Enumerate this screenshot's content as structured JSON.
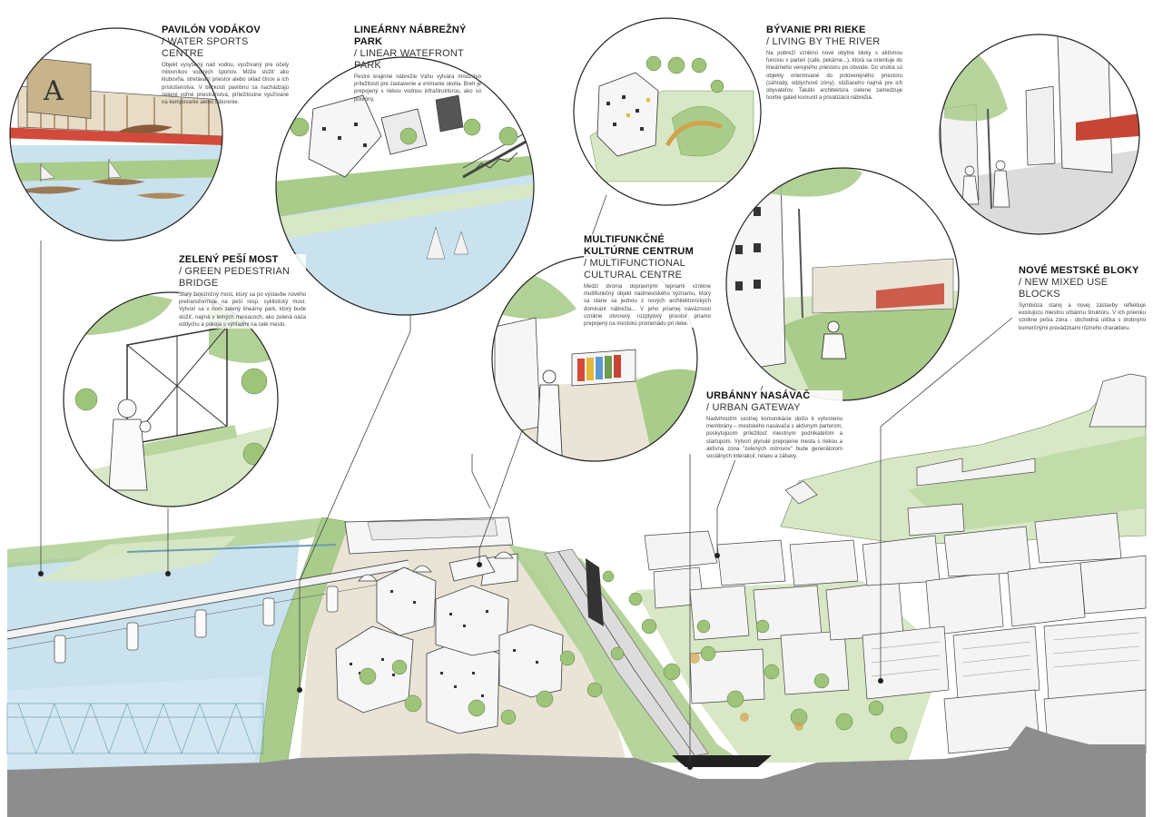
{
  "blocks": [
    {
      "id": "water-sports",
      "title": "PAVILÓN VODÁKOV",
      "subtitle": "/ WATER SPORTS CENTRE",
      "body": "Objekt vysyšený nad vodou, využívaný pre účely milovníkov vodných športov. Môže slúžiť ako klubovňa, stretávací priestor alebo sklad člnov a ich príslušenstva. V blízkosti pavilónu sa nachádzajú zelené voľné priestranstvá, príležitostne využívané na kempovanie alebo táborenie."
    },
    {
      "id": "waterfront-park",
      "title": "LINEÁRNY NÁBREŽNÝ PARK",
      "subtitle": "/ LINEAR WATEFRONT PARK",
      "body": "Pestré krajinné nábrežie Váhu vytvára množstvo príležitostí pre zastavenie a vnímanie okolia. Breh je prepojený s riekou vodnou infraštruktúrou, ako sú pontóny."
    },
    {
      "id": "living-river",
      "title": "BÝVANIE PRI RIEKE",
      "subtitle": "/ LIVING BY THE RIVER",
      "body": "Na pobreží vzniknú nové obytné bloky s aktívnou funciou v parteri (cafe, pekárne...), ktorá sa orientuje do lineárneho verejného priestoru po obvode. Do vnútra sú objekty orientované do poloverejného priestoru (záhrady, oddychové zóny), slúžiaceho najmä pre ich obyvateľov. Takáto architektúra cielene zamedzuje tvorbe gated komunít a privatizácii nábrežia."
    },
    {
      "id": "green-bridge",
      "title": "ZELENÝ PEŠÍ MOST",
      "subtitle": "/ GREEN PEDESTRIAN BRIDGE",
      "body": "Starý železničný most, ktorý sa po výstavbe nového pretransformuje na peší resp. cyklistický most. Vytvorí sa v ňom zelený lineárny park, ktorý bude slúžiť, najmä v letných mesiacoch, ako zelená oáza oddychu a pokoja s výhľadmi na celé mesto."
    },
    {
      "id": "cultural-centre",
      "title": "MULTIFUNKČNÉ KULTÚRNE CENTRUM",
      "subtitle": "/ MULTIFUNCTIONAL CULTURAL CENTRE",
      "body": "Medzi dvoma dopravnými tepnami vznikne multifunkčný objekt nadmestského významu, ktorý sa stane sa jednou z nových architektonických dominánt nábrežia... V jeho priamej náväznosti vznikne otvorený rozptylový priestor priamo prepojený na mestskú promenádu pri rieke."
    },
    {
      "id": "mixed-use",
      "title": "NOVÉ MESTSKÉ BLOKY",
      "subtitle": "/ NEW MIXED USE BLOCKS",
      "body": "Symbióza starej a novej zástavby reflektuje existujúcu miestnu urbánnu štruktúru. V ich prieniku vznikne pešia zóna - obchodná ulička s drobnými komerčnými prevádzkami rôzneho charakteru."
    },
    {
      "id": "urban-gateway",
      "title": "URBÁNNY NASÁVAČ",
      "subtitle": "/ URBAN GATEWAY",
      "body": "Nadvihnutím cestnej komunikácie došlo k vytvoreniu membrány – mestského nasávača s aktívnym parterom, poskytujúcim príležitosť miestnym podnikateľom a startupom. Vytvorí plynulé prepojenie mesta s riekou a aktívna zóna \"zelených ostrovov\" bude generátorom sociálnych interakcií, relaxu a zábavy."
    }
  ],
  "colors": {
    "green": "#a9cc8b",
    "green_dark": "#6f9c4e",
    "water": "#c9e2ee",
    "water_deep": "#8fbfd8",
    "ground": "#8d8d8d",
    "hill": "#d8e8c6",
    "building": "#f4f4f4",
    "outline": "#3c3c3c"
  }
}
